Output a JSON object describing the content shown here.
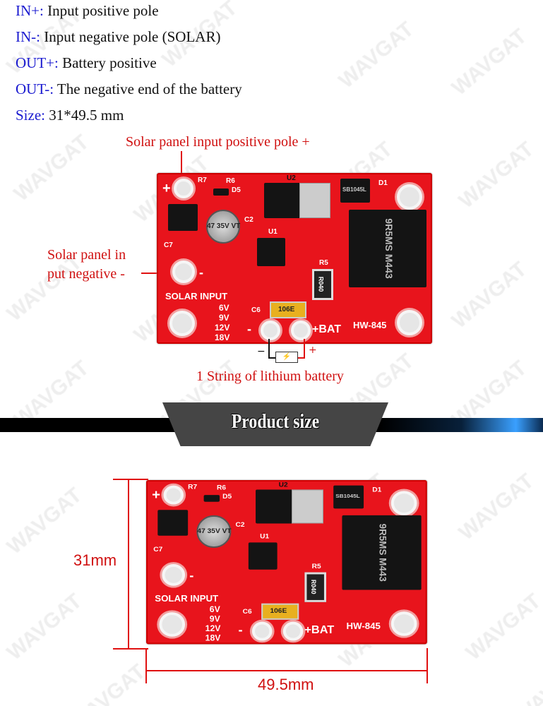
{
  "watermark": "WAVGAT",
  "specs": [
    {
      "key": "IN+:",
      "text": " Input positive pole"
    },
    {
      "key": "IN-:",
      "text": " Input negative pole (SOLAR)"
    },
    {
      "key": "OUT+:",
      "text": " Battery positive"
    },
    {
      "key": "OUT-:",
      "text": " The negative end of the battery"
    },
    {
      "key": "Size:",
      "text": " 31*49.5 mm"
    }
  ],
  "annotations": {
    "positive": "Solar panel input positive pole +",
    "negative_l1": "Solar panel in",
    "negative_l2": "put negative -",
    "battery": "1 String of lithium battery",
    "minus": "−",
    "plus": "+"
  },
  "banner": {
    "title": "Product size"
  },
  "dimensions": {
    "height": "31mm",
    "width": "49.5mm"
  },
  "pcb": {
    "plus": "+",
    "minus": "-",
    "solar_input": "SOLAR INPUT",
    "voltages": [
      "6V",
      "9V",
      "12V",
      "18V"
    ],
    "bat": "+BAT",
    "model": "HW-845",
    "resistor": "R040",
    "inductor": "9R5MS M443",
    "cap": "47 35V VT",
    "tant": "106E",
    "labels": {
      "r7": "R7",
      "r6": "R6",
      "d5": "D5",
      "u2": "U2",
      "d1": "D1",
      "c2": "C2",
      "c7": "C7",
      "u1": "U1",
      "r5": "R5",
      "c6": "C6",
      "sb": "SB1045L"
    }
  },
  "colors": {
    "pcb": "#e8141c",
    "annotation": "#d01010",
    "spec_key": "#1a1ad0"
  }
}
